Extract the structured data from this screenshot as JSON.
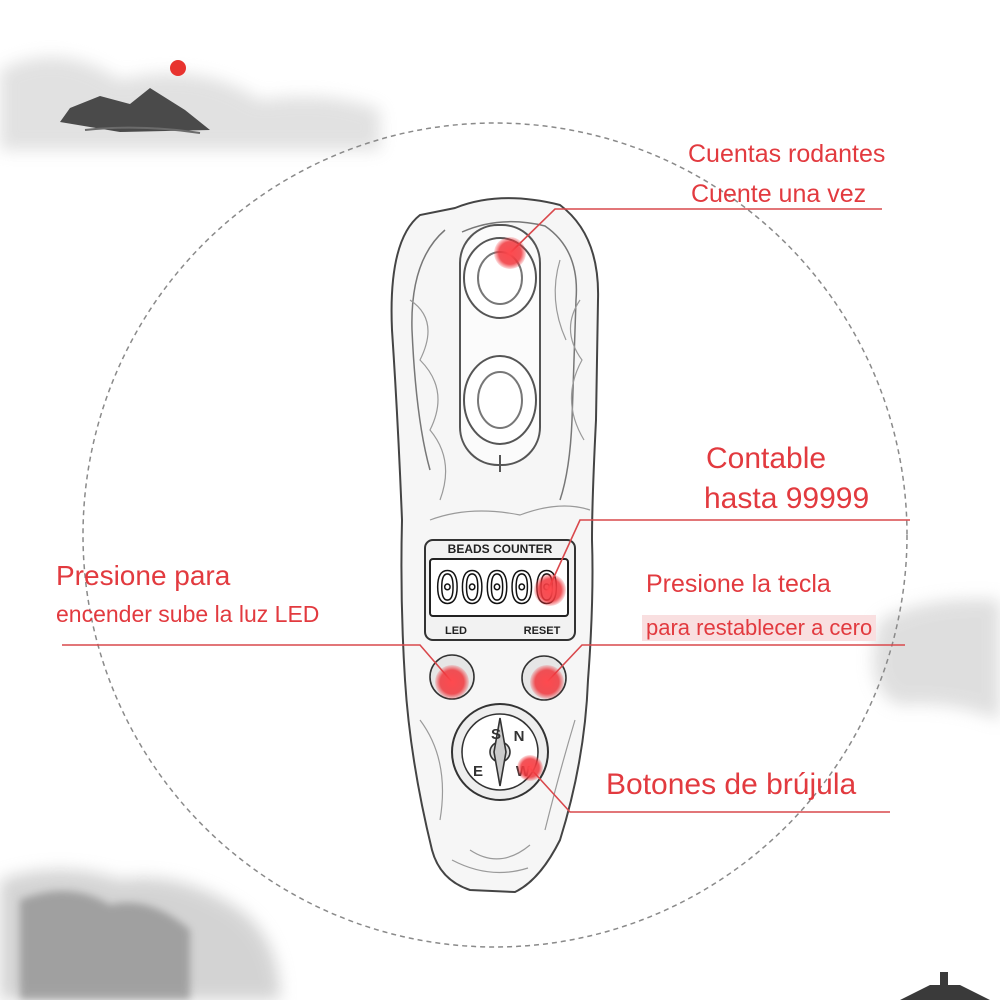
{
  "callouts": {
    "rolling_beads_title": "Cuentas rodantes",
    "rolling_beads_sub": "Cuente una vez",
    "countable_line1": "Contable",
    "countable_line2": "hasta 99999",
    "led_line1": "Presione para",
    "led_line2": "encender sube la luz LED",
    "reset_line1": "Presione la tecla",
    "reset_line2": "para restablecer a cero",
    "compass": "Botones de brújula"
  },
  "device": {
    "header_label": "BEADS COUNTER",
    "display_value": "00000",
    "led_label": "LED",
    "reset_label": "RESET",
    "compass_letters": [
      "N",
      "E",
      "S",
      "W"
    ]
  },
  "colors": {
    "accent": "#e23a3f",
    "line": "#d9484c",
    "ink": "#444444"
  }
}
